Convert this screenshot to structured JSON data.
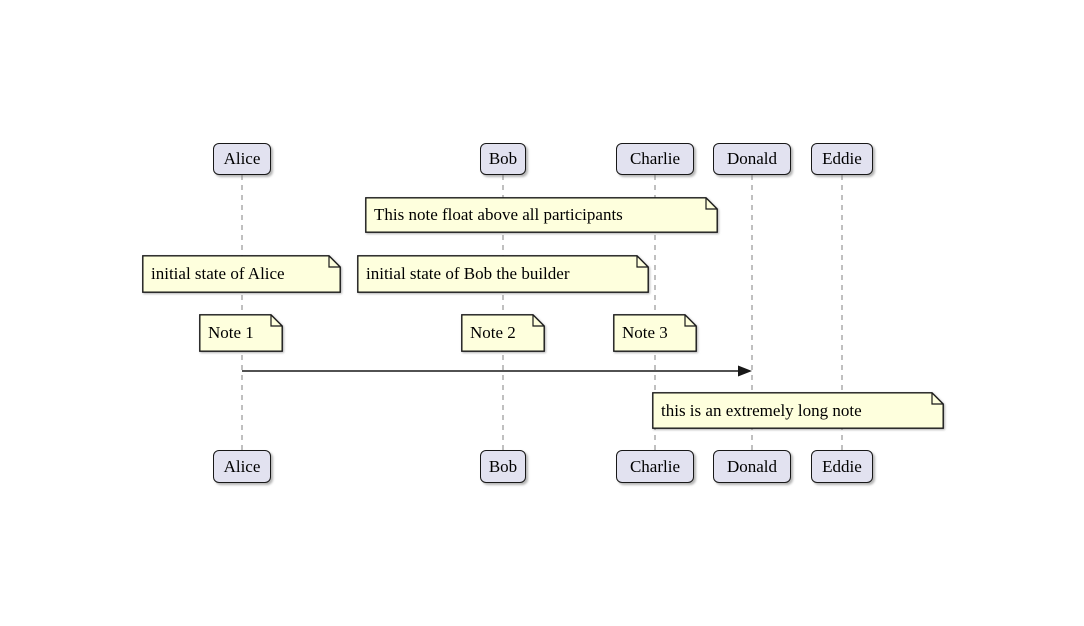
{
  "diagram_type": "UML sequence diagram",
  "colors": {
    "background": "#ffffff",
    "participant_fill": "#e2e2f0",
    "border": "#181818",
    "note_fill": "#feffdd",
    "lifeline": "#808080",
    "arrow": "#181818"
  },
  "participants": [
    {
      "name": "Alice"
    },
    {
      "name": "Bob"
    },
    {
      "name": "Charlie"
    },
    {
      "name": "Donald"
    },
    {
      "name": "Eddie"
    }
  ],
  "notes": [
    {
      "text": "This note float above all participants"
    },
    {
      "text": "initial state of Alice"
    },
    {
      "text": "initial state of Bob the builder"
    },
    {
      "text": "Note 1"
    },
    {
      "text": "Note 2"
    },
    {
      "text": "Note 3"
    },
    {
      "text": "this is an extremely long note"
    }
  ],
  "messages": [
    {
      "from": "Alice",
      "to": "Donald",
      "label": ""
    }
  ]
}
